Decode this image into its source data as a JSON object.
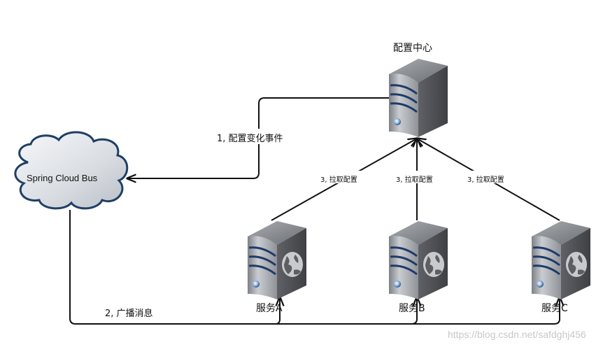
{
  "diagram": {
    "bus": {
      "label": "Spring Cloud Bus",
      "shape": "cloud",
      "fill_color": "#d9dde2",
      "stroke_color": "#1f3f66"
    },
    "config_center": {
      "label": "配置中心",
      "icon": "server-icon"
    },
    "services": [
      {
        "id": "A",
        "label": "服务A",
        "icon": "server-globe-icon"
      },
      {
        "id": "B",
        "label": "服务B",
        "icon": "server-globe-icon"
      },
      {
        "id": "C",
        "label": "服务C",
        "icon": "server-globe-icon"
      }
    ],
    "edges": {
      "config_event": {
        "label": "1, 配置变化事件",
        "from": "配置中心",
        "to": "Spring Cloud Bus"
      },
      "broadcast": {
        "label": "2, 广播消息",
        "from": "Spring Cloud Bus",
        "to": [
          "服务A",
          "服务B",
          "服务C"
        ]
      },
      "pull": [
        {
          "label": "3, 拉取配置",
          "from": "服务A",
          "to": "配置中心"
        },
        {
          "label": "3, 拉取配置",
          "from": "服务B",
          "to": "配置中心"
        },
        {
          "label": "3, 拉取配置",
          "from": "服务C",
          "to": "配置中心"
        }
      ]
    },
    "colors": {
      "line": "#111111",
      "server_stripe": "#1e3a6a",
      "server_body": "#8a8d92"
    }
  },
  "watermark": "https://blog.csdn.net/safdghj456"
}
